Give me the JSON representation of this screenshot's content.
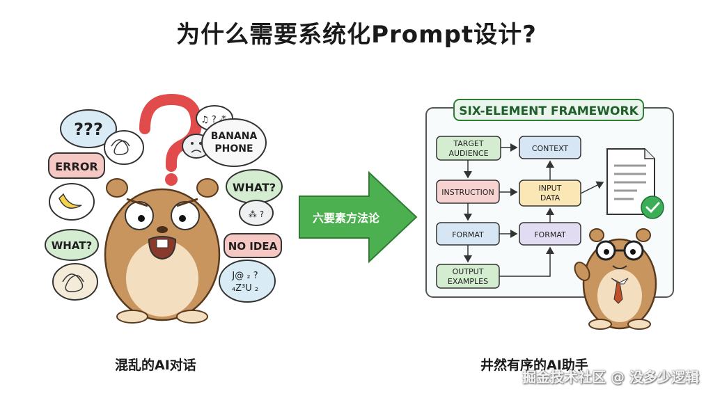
{
  "title": "为什么需要系统化Prompt设计?",
  "left": {
    "caption": "混乱的AI对话",
    "bubbles": {
      "q1": "???",
      "banana_phone_1": "BANANA",
      "banana_phone_2": "PHONE",
      "error": "ERROR",
      "what_right": "WHAT?",
      "what_left": "WHAT?",
      "no_idea": "NO IDEA",
      "garble_1": "J@ ₂ ?",
      "garble_2": "₄Z³U ₂"
    }
  },
  "arrow": {
    "label": "六要素方法论"
  },
  "right": {
    "caption": "井然有序的AI助手",
    "framework_title": "SIX-ELEMENT FRAMEWORK",
    "nodes": {
      "target_1": "TARGET",
      "target_2": "AUDIENCE",
      "context": "CONTEXT",
      "instruction": "INSTRUCTION",
      "input_1": "INPUT",
      "input_2": "DATA",
      "format_left": "FORMAT",
      "format_right": "FORMAT",
      "output_1": "OUTPUT",
      "output_2": "EXAMPLES"
    }
  },
  "watermark": "掘金技术社区 @ 没多少逻辑",
  "colors": {
    "arrow_green": "#4caf50",
    "node_green": "#d4ecd0",
    "node_blue": "#d6e6f5",
    "node_red": "#f6d3d0",
    "node_yellow": "#fbe7b5",
    "node_purple": "#e2dcf2",
    "hamster": "#c9955f",
    "check_green": "#3bae57"
  }
}
